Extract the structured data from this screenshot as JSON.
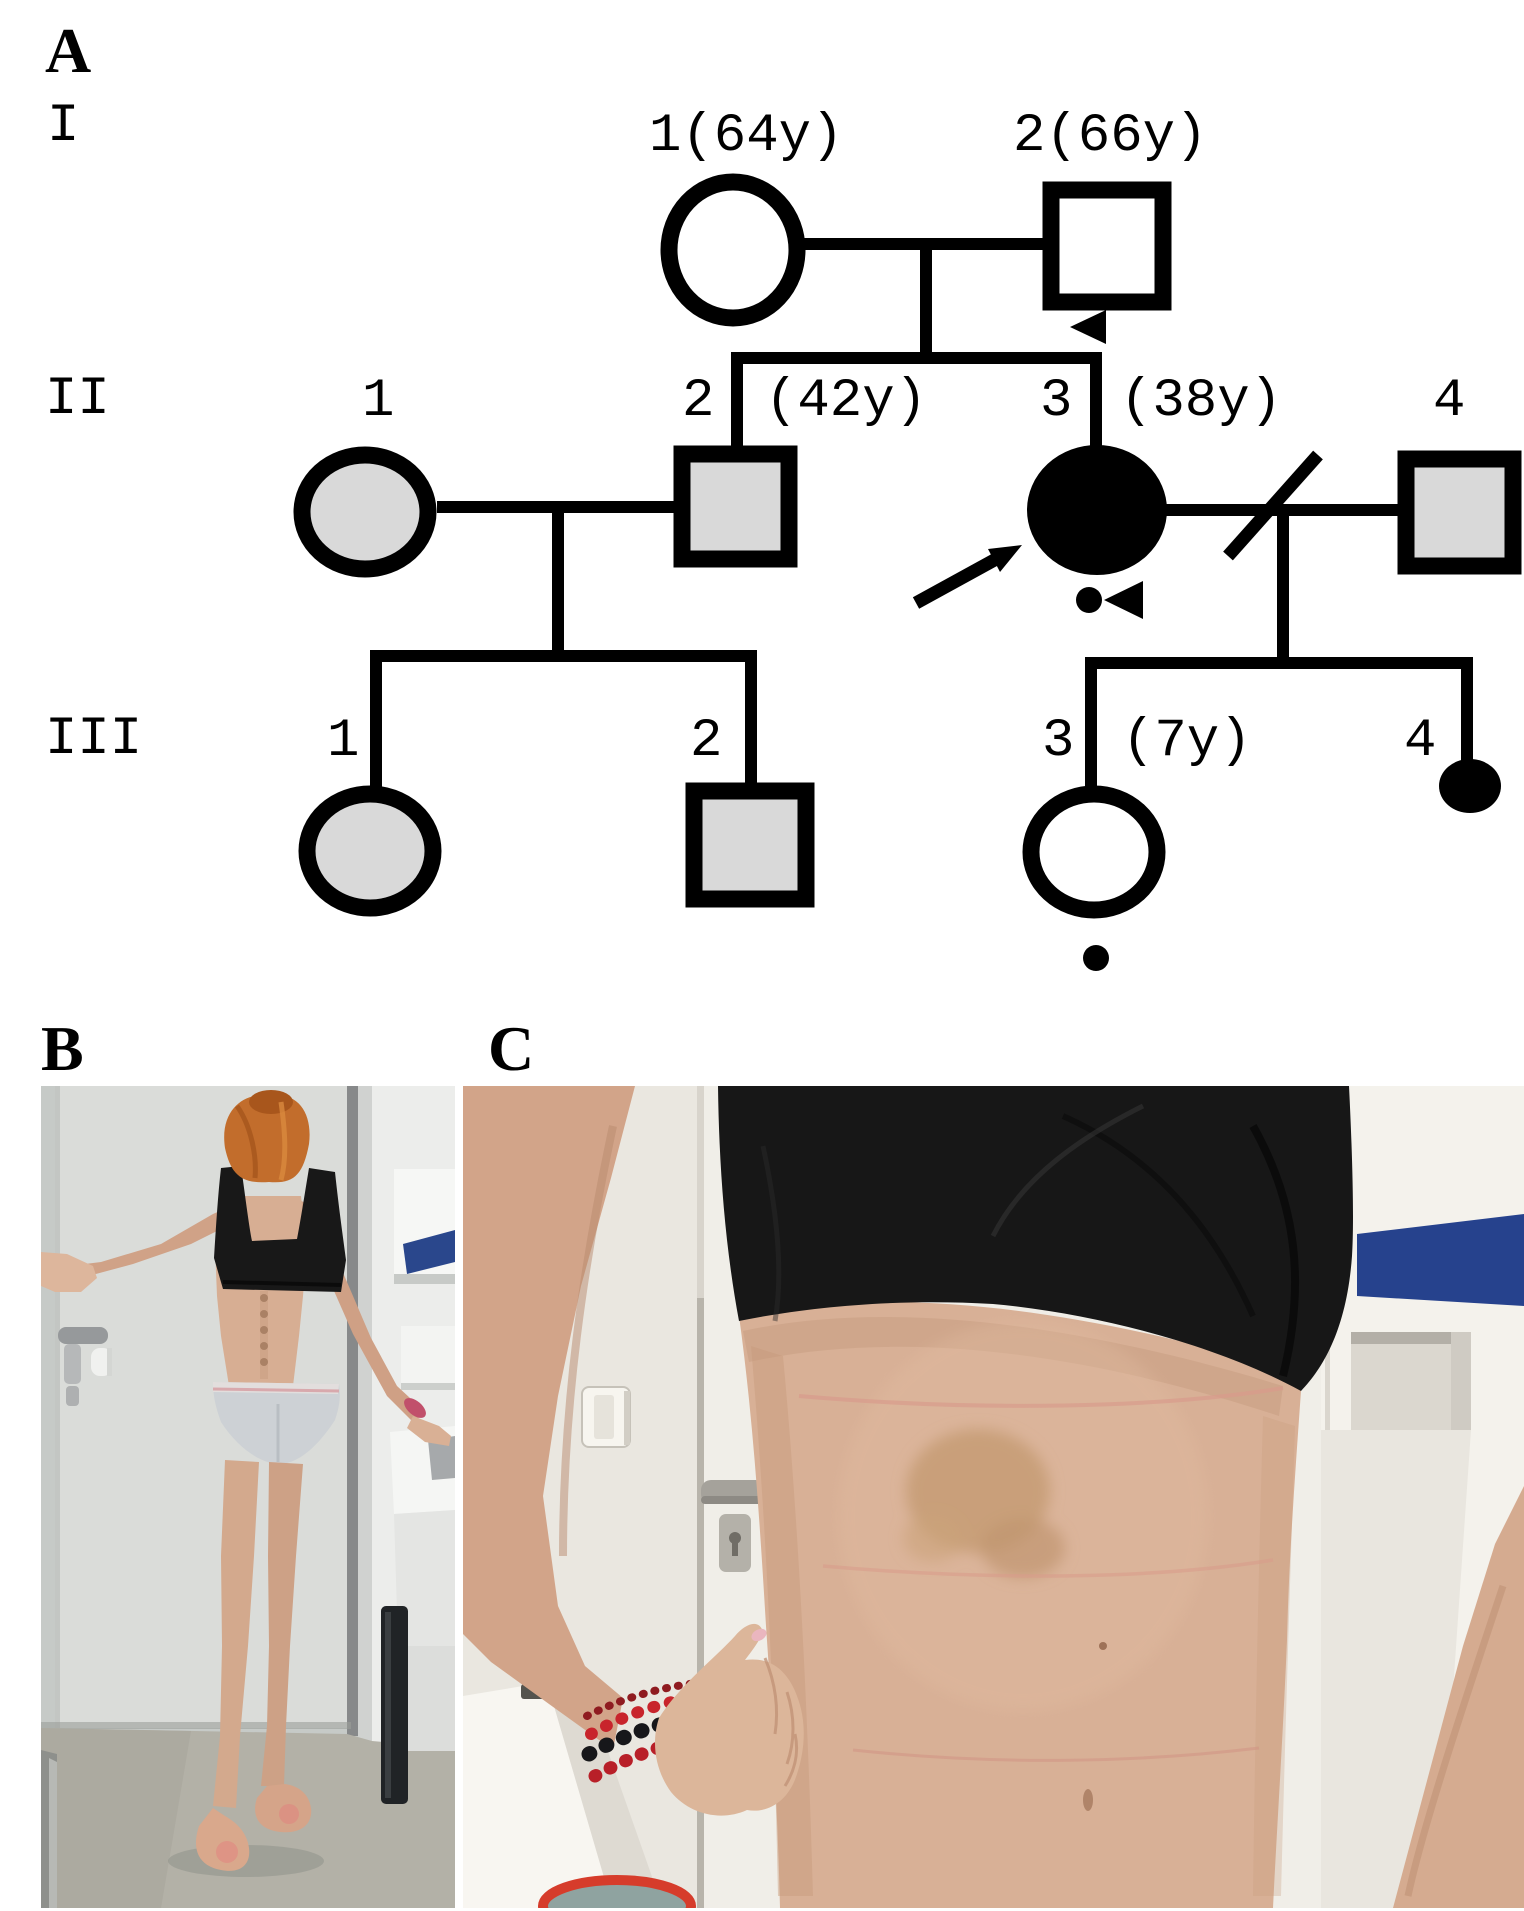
{
  "panels": {
    "a": "A",
    "b": "B",
    "c": "C"
  },
  "pedigree": {
    "generation_labels": [
      "I",
      "II",
      "III"
    ],
    "labels": {
      "i1": "1(64y)",
      "i2": "2(66y)",
      "ii1": "1",
      "ii2": "2",
      "ii2_age": "(42y)",
      "ii3": "3",
      "ii3_age": "(38y)",
      "ii4": "4",
      "iii1": "1",
      "iii2": "2",
      "iii3": "3",
      "iii3_age": "(7y)",
      "iii4": "4"
    },
    "symbol_colors": {
      "unaffected_fill": "#ffffff",
      "gray_fill": "#d9d9d9",
      "affected_fill": "#000000",
      "line_color": "#000000"
    },
    "markers": {
      "proband_arrow_target": "II-3",
      "triangle_markers": [
        "above II-3 drop line",
        "below II-3 symbol"
      ],
      "dot_markers": [
        "below II-3 symbol",
        "below III-3 symbol"
      ],
      "separation_slash_between": [
        "II-3",
        "II-4"
      ],
      "small_filled_symbol": "III-4"
    }
  }
}
